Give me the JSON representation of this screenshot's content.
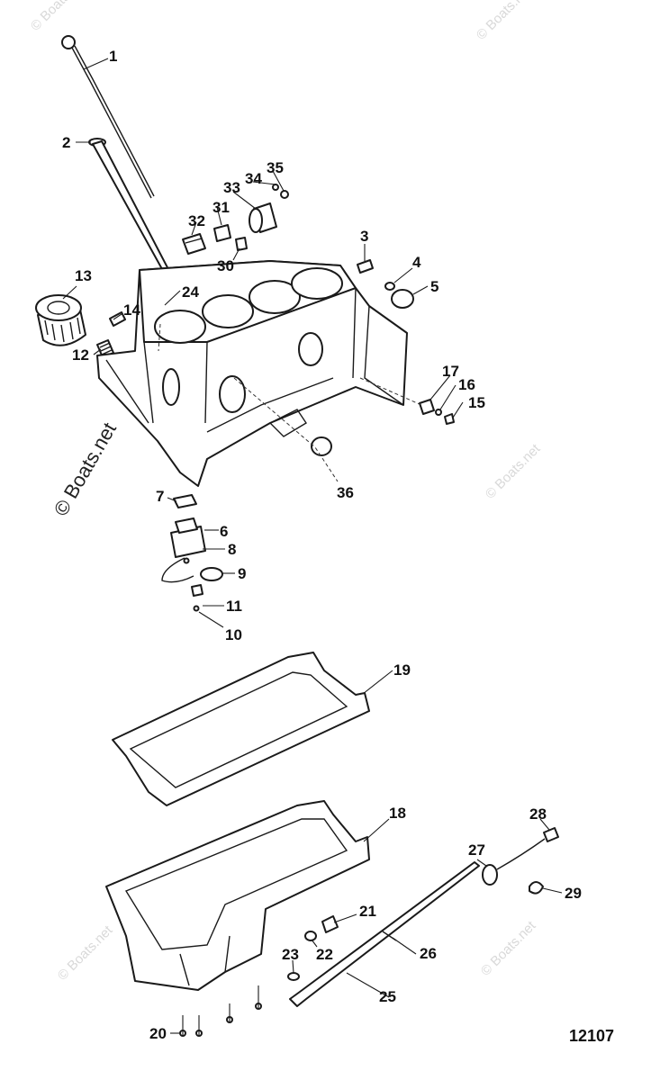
{
  "diagram": {
    "figure_number": "12107",
    "watermark": "© Boats.net",
    "callouts": [
      "1",
      "2",
      "3",
      "4",
      "5",
      "6",
      "7",
      "8",
      "9",
      "10",
      "11",
      "12",
      "13",
      "14",
      "15",
      "16",
      "17",
      "18",
      "19",
      "20",
      "21",
      "22",
      "23",
      "24",
      "25",
      "26",
      "27",
      "28",
      "29",
      "30",
      "31",
      "32",
      "33",
      "34",
      "35",
      "36"
    ]
  }
}
